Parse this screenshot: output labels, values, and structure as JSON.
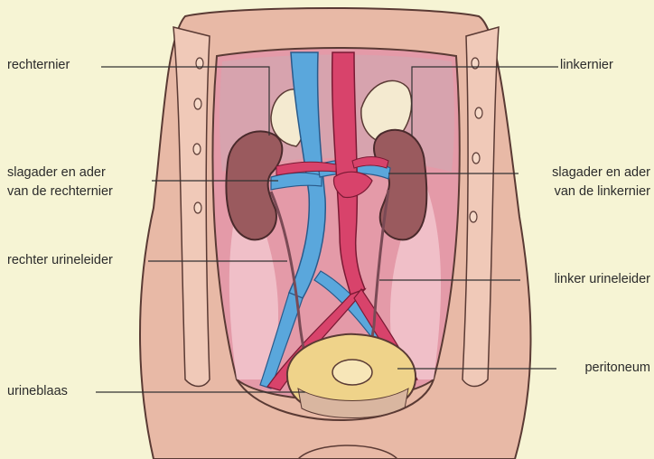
{
  "diagram": {
    "labels": {
      "right_kidney": "rechternier",
      "left_kidney": "linkernier",
      "right_vessels_1": "slagader en ader",
      "right_vessels_2": "van de rechternier",
      "left_vessels_1": "slagader en ader",
      "left_vessels_2": "van de linkernier",
      "right_ureter": "rechter urineleider",
      "left_ureter": "linker urineleider",
      "peritoneum": "peritoneum",
      "bladder": "urineblaas"
    },
    "colors": {
      "background": "#f6f4d4",
      "skin": "#e8b9a6",
      "cavity": "#e49aa8",
      "kidney": "#9a5a5e",
      "vein": "#5aa7dc",
      "artery": "#d8436b",
      "adrenal": "#f4ead0",
      "bladder": "#efd38a"
    }
  }
}
